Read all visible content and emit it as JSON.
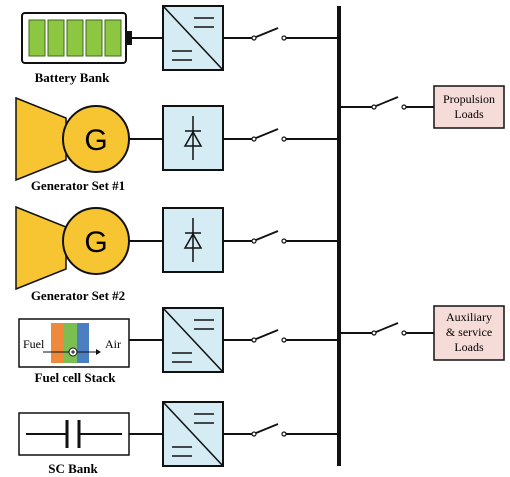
{
  "sources": {
    "battery": {
      "label": "Battery Bank"
    },
    "gen1": {
      "label": "Generator Set #1",
      "symbol": "G"
    },
    "gen2": {
      "label": "Generator Set #2",
      "symbol": "G"
    },
    "fuelcell": {
      "label": "Fuel cell Stack",
      "fuel": "Fuel",
      "air": "Air"
    },
    "sc": {
      "label": "SC Bank"
    }
  },
  "loads": {
    "propulsion": {
      "line1": "Propulsion",
      "line2": "Loads"
    },
    "auxiliary": {
      "line1": "Auxiliary",
      "line2": "& service",
      "line3": "Loads"
    }
  },
  "colors": {
    "battery_cell": "#8dc641",
    "generator": "#f7c531",
    "converter": "#d6ecf4",
    "load_box": "#f6dcd8",
    "fc_orange": "#ef8a3c",
    "fc_green": "#7bbf53",
    "fc_blue": "#4a7fc1"
  }
}
